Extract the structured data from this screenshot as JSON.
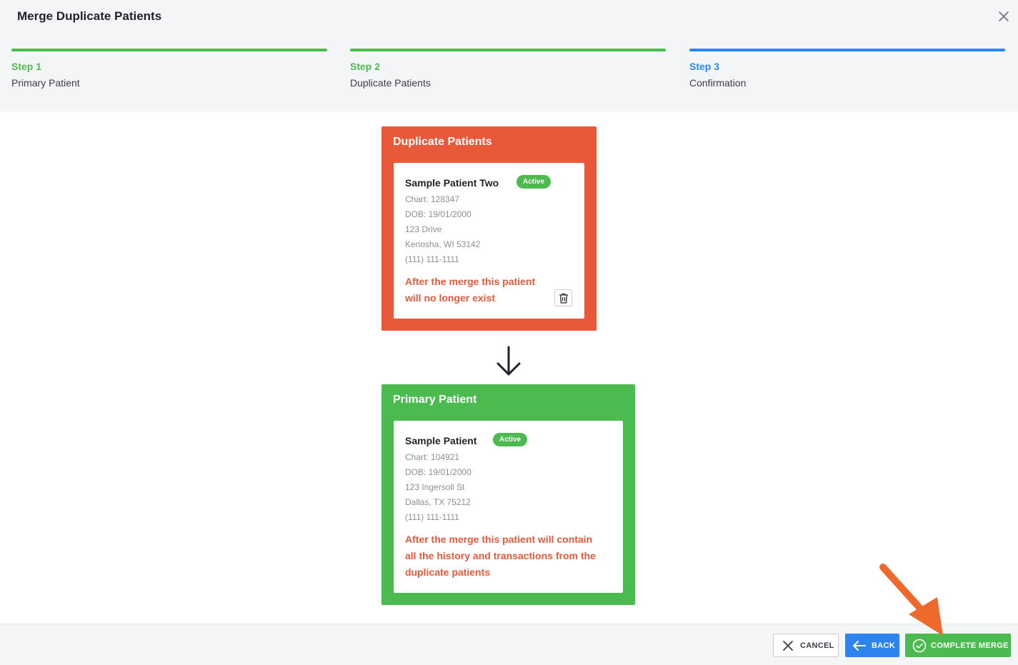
{
  "colors": {
    "success": "#4cbb4f",
    "danger": "#e8593a",
    "primary": "#2d84ee",
    "callout": "#ee6a2c"
  },
  "dialog": {
    "title": "Merge Duplicate Patients",
    "close_icon": "close-icon"
  },
  "steps": [
    {
      "label": "Step 1",
      "name": "Primary Patient",
      "state": "completed"
    },
    {
      "label": "Step 2",
      "name": "Duplicate Patients",
      "state": "completed"
    },
    {
      "label": "Step 3",
      "name": "Confirmation",
      "state": "current"
    }
  ],
  "duplicate_panel": {
    "title": "Duplicate Patients",
    "patient": {
      "name": "Sample Patient Two",
      "status": "Active",
      "chart": "Chart: 128347",
      "dob": "DOB: 19/01/2000",
      "address1": "123 Drive",
      "address2": "Kenosha, WI 53142",
      "phone": "(111) 111-1111"
    },
    "warning_line1": "After the merge this patient",
    "warning_line2": "will no longer exist",
    "remove_icon": "trash-icon"
  },
  "arrow_icon": "arrow-down-icon",
  "primary_panel": {
    "title": "Primary Patient",
    "patient": {
      "name": "Sample Patient",
      "status": "Active",
      "chart": "Chart: 104921",
      "dob": "DOB: 19/01/2000",
      "address1": "123 Ingersoll St",
      "address2": "Dallas, TX 75212",
      "phone": "(111) 111-1111"
    },
    "note_line1": "After the merge this patient will contain",
    "note_line2": "all the history and transactions from the",
    "note_line3": "duplicate patients"
  },
  "footer": {
    "cancel_label": "CANCEL",
    "back_label": "BACK",
    "complete_label": "COMPLETE MERGE"
  }
}
